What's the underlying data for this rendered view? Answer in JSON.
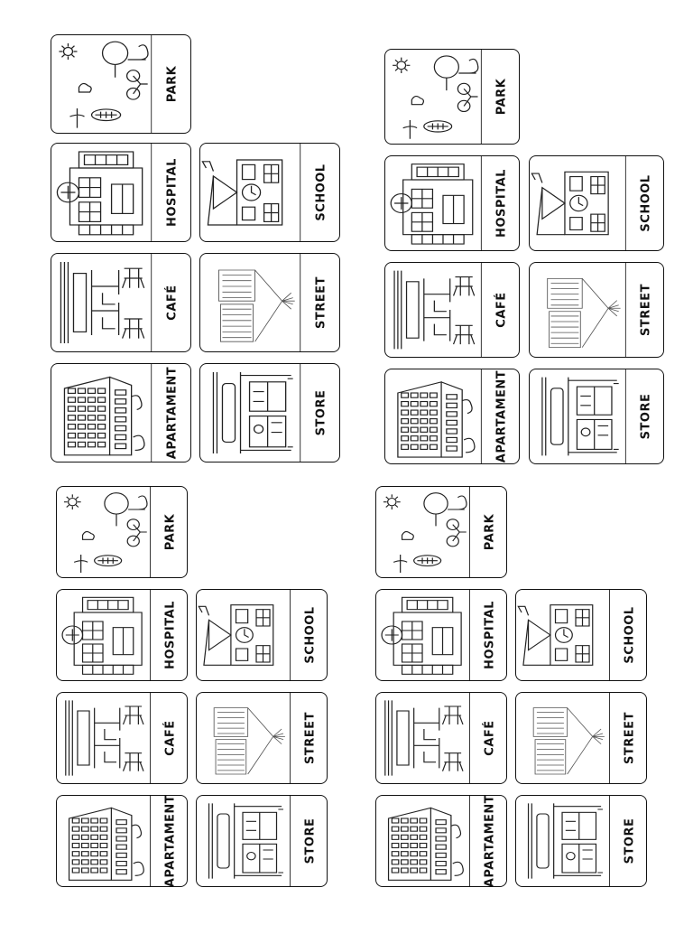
{
  "sets": [
    {
      "cards": [
        {
          "key": "park",
          "label": "PARK"
        },
        {
          "key": "hospital",
          "label": "HOSPITAL"
        },
        {
          "key": "cafe",
          "label": "CAFÉ"
        },
        {
          "key": "apartament",
          "label": "APARTAMENT"
        },
        {
          "key": "school",
          "label": "SCHOOL"
        },
        {
          "key": "street",
          "label": "STREET"
        },
        {
          "key": "store",
          "label": "STORE"
        }
      ]
    },
    {
      "cards": [
        {
          "key": "park",
          "label": "PARK"
        },
        {
          "key": "hospital",
          "label": "HOSPITAL"
        },
        {
          "key": "cafe",
          "label": "CAFÉ"
        },
        {
          "key": "apartament",
          "label": "APARTAMENT"
        },
        {
          "key": "school",
          "label": "SCHOOL"
        },
        {
          "key": "street",
          "label": "STREET"
        },
        {
          "key": "store",
          "label": "STORE"
        }
      ]
    },
    {
      "cards": [
        {
          "key": "park",
          "label": "PARK"
        },
        {
          "key": "hospital",
          "label": "HOSPITAL"
        },
        {
          "key": "cafe",
          "label": "CAFÉ"
        },
        {
          "key": "apartament",
          "label": "APARTAMENT"
        },
        {
          "key": "school",
          "label": "SCHOOL"
        },
        {
          "key": "street",
          "label": "STREET"
        },
        {
          "key": "store",
          "label": "STORE"
        }
      ]
    },
    {
      "cards": [
        {
          "key": "park",
          "label": "PARK"
        },
        {
          "key": "hospital",
          "label": "HOSPITAL"
        },
        {
          "key": "cafe",
          "label": "CAFÉ"
        },
        {
          "key": "apartament",
          "label": "APARTAMENT"
        },
        {
          "key": "school",
          "label": "SCHOOL"
        },
        {
          "key": "street",
          "label": "STREET"
        },
        {
          "key": "store",
          "label": "STORE"
        }
      ]
    }
  ]
}
